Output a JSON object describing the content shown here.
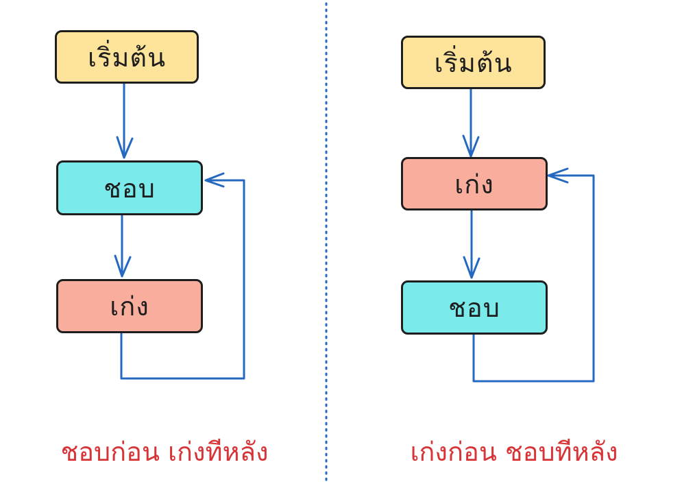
{
  "colors": {
    "start_fill": "#fee49a",
    "like_fill": "#7aeaea",
    "skill_fill": "#f9ad9c",
    "arrow": "#2468c0",
    "node_border": "#1e1e1e",
    "caption": "#d73437",
    "divider": "#2468c0"
  },
  "left": {
    "start": "เริ่มต้น",
    "first": "ชอบ",
    "second": "เก่ง",
    "caption": "ชอบก่อน เก่งทีหลัง"
  },
  "right": {
    "start": "เริ่มต้น",
    "first": "เก่ง",
    "second": "ชอบ",
    "caption": "เก่งก่อน ชอบทีหลัง"
  }
}
